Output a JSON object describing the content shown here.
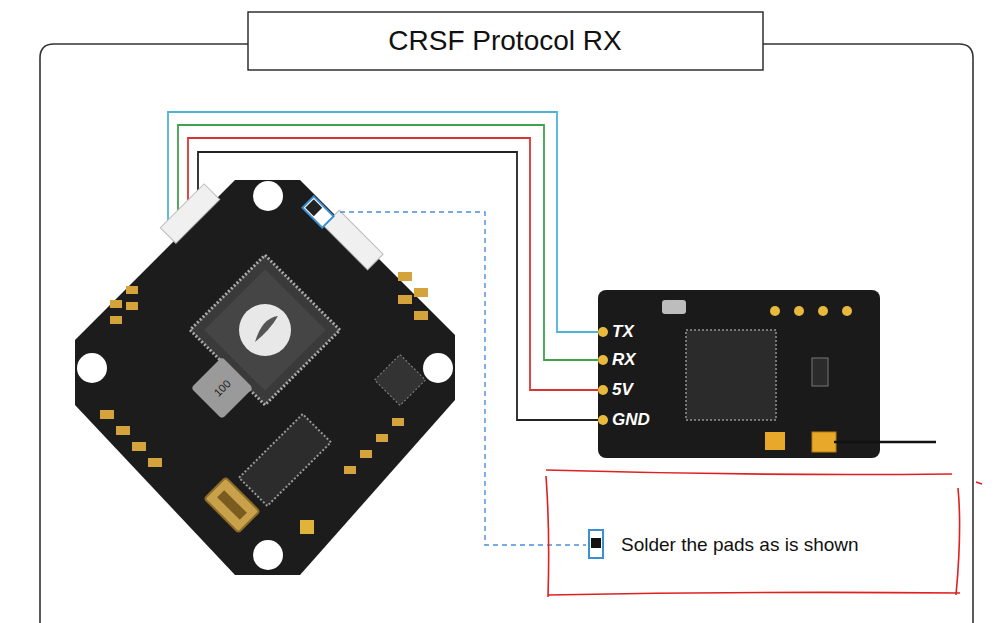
{
  "diagram": {
    "title": "CRSF Protocol RX",
    "nodes": [
      {
        "text": [
          "Solder the pads as is shown"
        ]
      }
    ],
    "labels": [
      "TX",
      "RX",
      "5V",
      "GND",
      "100"
    ]
  }
}
